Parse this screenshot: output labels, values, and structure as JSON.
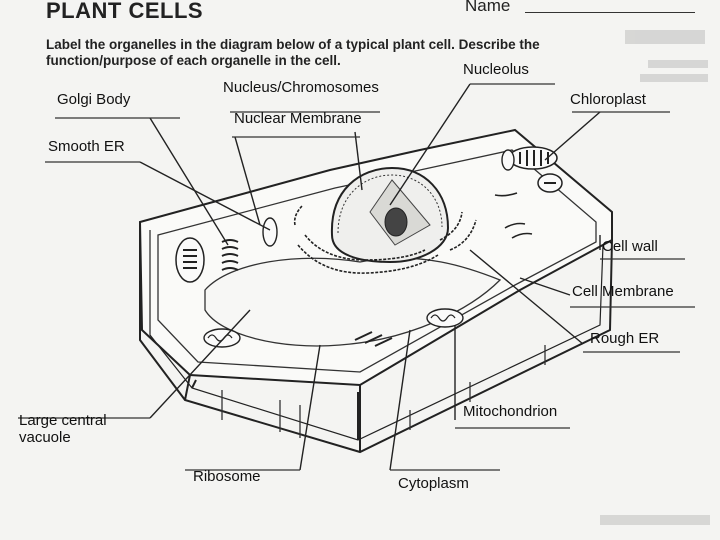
{
  "header": {
    "title": "PLANT CELLS",
    "name_label": "Name"
  },
  "instructions": "Label the organelles in the diagram below of a typical plant cell.  Describe the function/purpose of each organelle in the cell.",
  "labels": {
    "golgi": "Golgi Body",
    "nucleus": "Nucleus/Chromosomes",
    "nucleolus": "Nucleolus",
    "chloroplast": "Chloroplast",
    "nuclear_membrane": "Nuclear Membrane",
    "smooth_er": "Smooth ER",
    "cell_wall": "Cell wall",
    "cell_membrane": "Cell Membrane",
    "rough_er": "Rough ER",
    "mitochondrion": "Mitochondrion",
    "vacuole": "Large central vacuole",
    "ribosome": "Ribosome",
    "cytoplasm": "Cytoplasm"
  }
}
